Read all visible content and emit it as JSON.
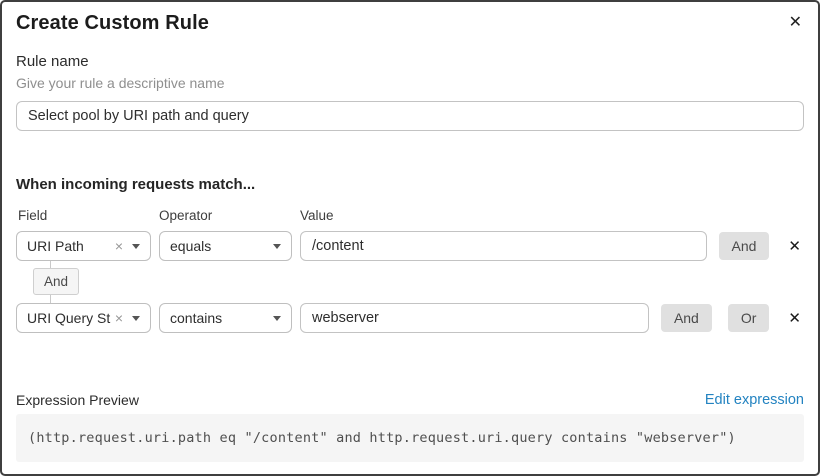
{
  "dialog": {
    "title": "Create Custom Rule",
    "close_icon": "✕"
  },
  "rule_name": {
    "label": "Rule name",
    "helper": "Give your rule a descriptive name",
    "value": "Select pool by URI path and query"
  },
  "match_section": {
    "heading": "When incoming requests match...",
    "columns": {
      "field": "Field",
      "operator": "Operator",
      "value": "Value"
    },
    "connector_label": "And",
    "rows": [
      {
        "field": "URI Path",
        "operator": "equals",
        "value": "/content",
        "and_label": "And",
        "delete_icon": "✕",
        "clear_icon": "×"
      },
      {
        "field": "URI Query St...",
        "operator": "contains",
        "value": "webserver",
        "and_label": "And",
        "or_label": "Or",
        "delete_icon": "✕",
        "clear_icon": "×"
      }
    ]
  },
  "expression": {
    "label": "Expression Preview",
    "edit_link": "Edit expression",
    "code": "(http.request.uri.path eq \"/content\" and http.request.uri.query contains \"webserver\")"
  },
  "colors": {
    "link": "#2383c1",
    "button_bg": "#e0e0e0",
    "code_bg": "#f5f5f5",
    "dialog_border": "#3f3f3f"
  }
}
